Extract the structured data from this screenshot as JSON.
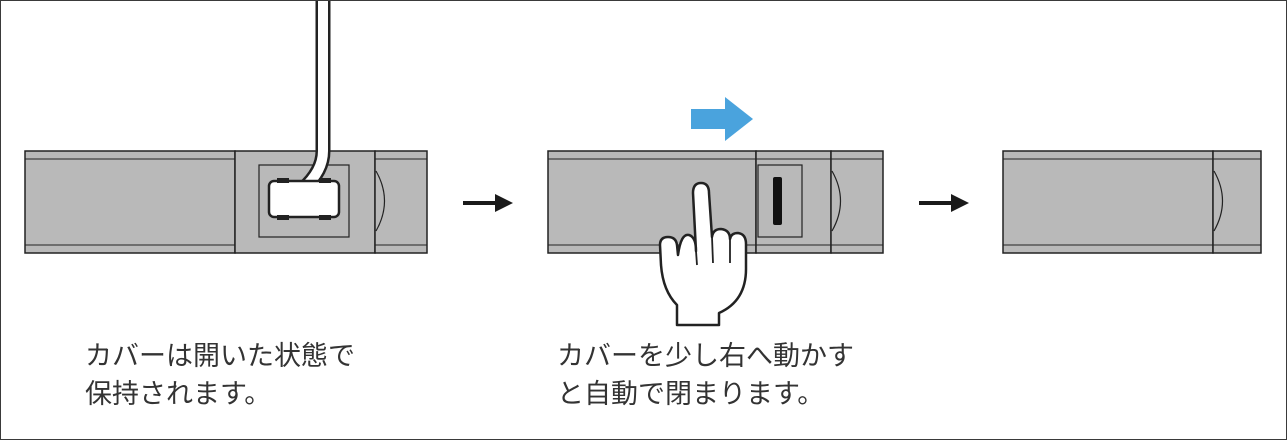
{
  "steps": [
    {
      "caption_lines": [
        "カバーは開いた状態で",
        "保持されます。"
      ]
    },
    {
      "caption_lines": [
        "カバーを少し右へ動かす",
        "と自動で閉まります。"
      ]
    },
    {
      "caption_lines": []
    }
  ],
  "colors": {
    "cover_fill": "#b9b9b9",
    "outline": "#222222",
    "push_arrow": "#4aa3dd",
    "flow_arrow": "#1a1a1a"
  },
  "icons": {
    "flow_arrow": "right-arrow-icon",
    "push_arrow": "blue-right-arrow-icon",
    "hand": "pointing-hand-icon",
    "cable": "cable-icon",
    "connector": "plug-connector-icon"
  }
}
